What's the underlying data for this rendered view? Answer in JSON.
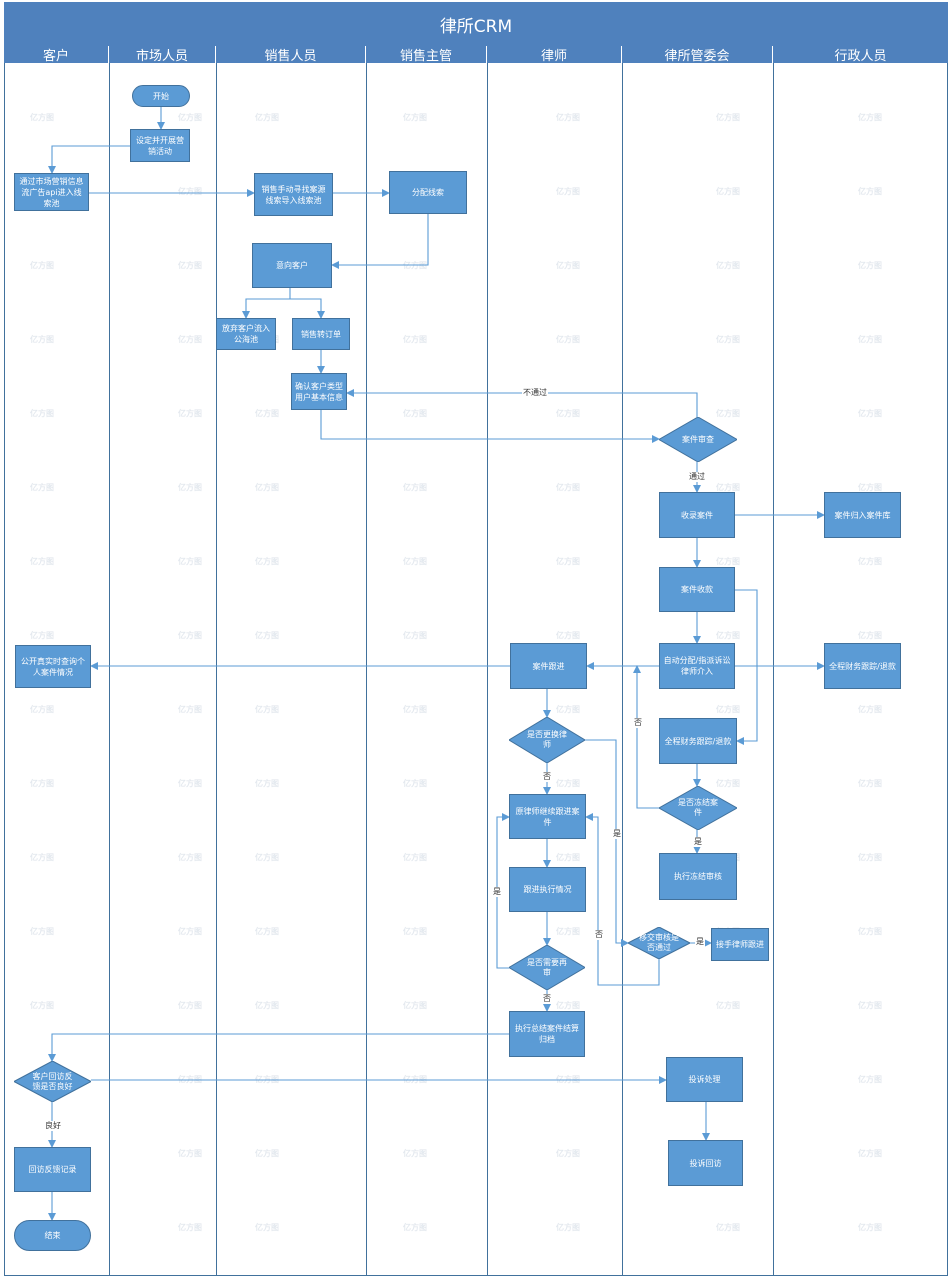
{
  "title": "律所CRM",
  "lanes": [
    "客户",
    "市场人员",
    "销售人员",
    "销售主管",
    "律师",
    "律所管委会",
    "行政人员"
  ],
  "nodes": {
    "start": "开始",
    "set_campaign": "设定并开展营销活动",
    "customer_leads": "通过市场营销信息流广告api进入线索池",
    "sales_leads": "销售手动寻找案源线索导入线索池",
    "assign_leads": "分配线索",
    "prospect": "意向客户",
    "abandon": "放弃客户流入公海池",
    "to_order": "销售转订单",
    "confirm_info": "确认客户类型用户基本信息",
    "case_review": "案件审查",
    "case_intake": "收录案件",
    "case_archive": "案件归入案件库",
    "case_fee": "案件收款",
    "auto_assign": "自动分配/指派诉讼律师介入",
    "finance_admin": "全程财务跟踪/退款",
    "public_query": "公开真实时查询个人案件情况",
    "case_follow": "案件跟进",
    "change_lawyer": "是否更换律师",
    "finance_cmte": "全程财务跟踪/退款",
    "freeze_q": "是否冻结案件",
    "orig_lawyer": "原律师继续跟进案件",
    "freeze_exec": "执行冻结审核",
    "follow_exec": "跟进执行情况",
    "transfer_q": "移交审核是否通过",
    "takeover": "接手律师跟进",
    "retrial_q": "是否需要再审",
    "settle": "执行总结案件结算归档",
    "feedback_q": "客户回访反馈是否良好",
    "complaint": "投诉处理",
    "feedback_rec": "回访反馈记录",
    "complaint_visit": "投诉回访",
    "end": "结束"
  },
  "edge_labels": {
    "not_pass": "不通过",
    "pass": "通过",
    "no_1": "否",
    "no_2": "否",
    "no_3": "否",
    "no_4": "否",
    "yes_1": "是",
    "yes_2": "是",
    "yes_3": "是",
    "yes_4": "是",
    "good": "良好"
  },
  "watermark": "亿方图",
  "colors": {
    "header": "#4f81bd",
    "node": "#5b9bd5",
    "border": "#41719c",
    "line": "#5b9bd5"
  }
}
